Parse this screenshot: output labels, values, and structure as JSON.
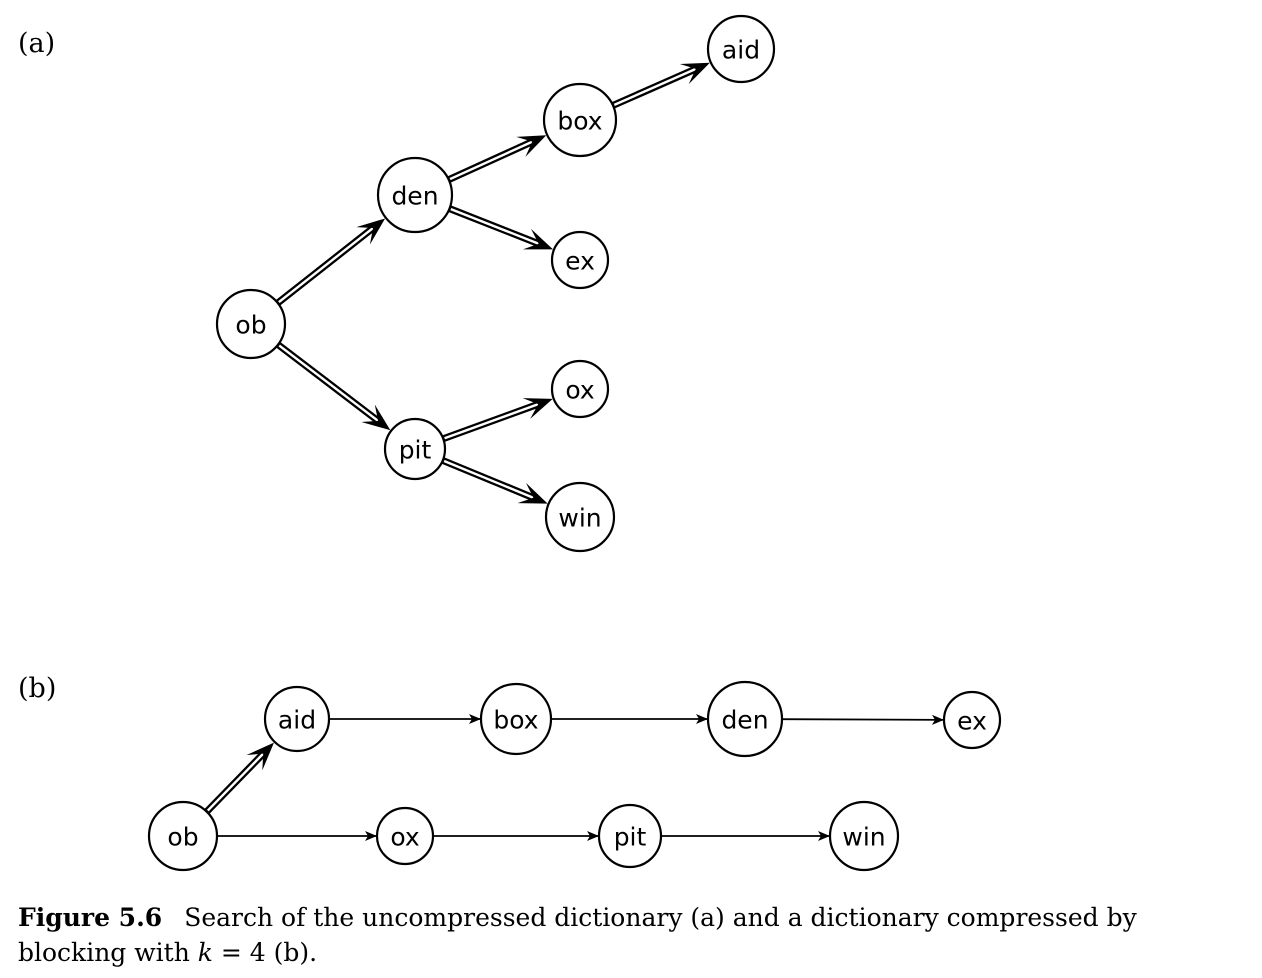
{
  "panels": [
    {
      "label": "(a)",
      "nodes": [
        "ob",
        "den",
        "pit",
        "box",
        "ex",
        "ox",
        "win",
        "aid"
      ],
      "edges": [
        {
          "from": "ob",
          "to": "den",
          "style": "double"
        },
        {
          "from": "ob",
          "to": "pit",
          "style": "double"
        },
        {
          "from": "den",
          "to": "box",
          "style": "double"
        },
        {
          "from": "den",
          "to": "ex",
          "style": "double"
        },
        {
          "from": "box",
          "to": "aid",
          "style": "double"
        },
        {
          "from": "pit",
          "to": "ox",
          "style": "double"
        },
        {
          "from": "pit",
          "to": "win",
          "style": "double"
        }
      ]
    },
    {
      "label": "(b)",
      "nodes": [
        "ob",
        "aid",
        "box",
        "den",
        "ex",
        "ox",
        "pit",
        "win"
      ],
      "edges": [
        {
          "from": "ob",
          "to": "aid",
          "style": "double"
        },
        {
          "from": "aid",
          "to": "box",
          "style": "single"
        },
        {
          "from": "box",
          "to": "den",
          "style": "single"
        },
        {
          "from": "den",
          "to": "ex",
          "style": "single"
        },
        {
          "from": "ob",
          "to": "ox",
          "style": "single"
        },
        {
          "from": "ox",
          "to": "pit",
          "style": "single"
        },
        {
          "from": "pit",
          "to": "win",
          "style": "single"
        }
      ]
    }
  ],
  "caption": {
    "figure_number": "Figure 5.6",
    "text_before_var": "Search of the uncompressed dictionary (a) and a dictionary compressed by blocking with ",
    "variable": "k",
    "text_after_var": " = 4 (b)."
  }
}
